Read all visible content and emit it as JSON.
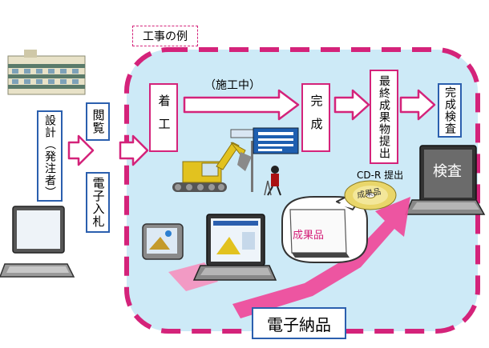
{
  "example_tag": "工事の例",
  "design": "設計（発注者）",
  "browse": "閲覧",
  "bidding": "電子入札",
  "start": "着工",
  "in_construction": "（施工中）",
  "completion": "完成",
  "final_submission": "最終成果物提出",
  "completion_inspection": "完成検査",
  "inspection": "検査",
  "cdr_submit": "CD-R 提出",
  "deliverables": "成果品",
  "disc_label": "成果品",
  "electronic_delivery": "電子納品",
  "colors": {
    "area_fill": "#cdeaf7",
    "dashed_border": "#d4237a",
    "arrow_outline": "#d4237a",
    "box_border_blue": "#2b5fae",
    "pink_arrow": "#ee4d9c"
  }
}
